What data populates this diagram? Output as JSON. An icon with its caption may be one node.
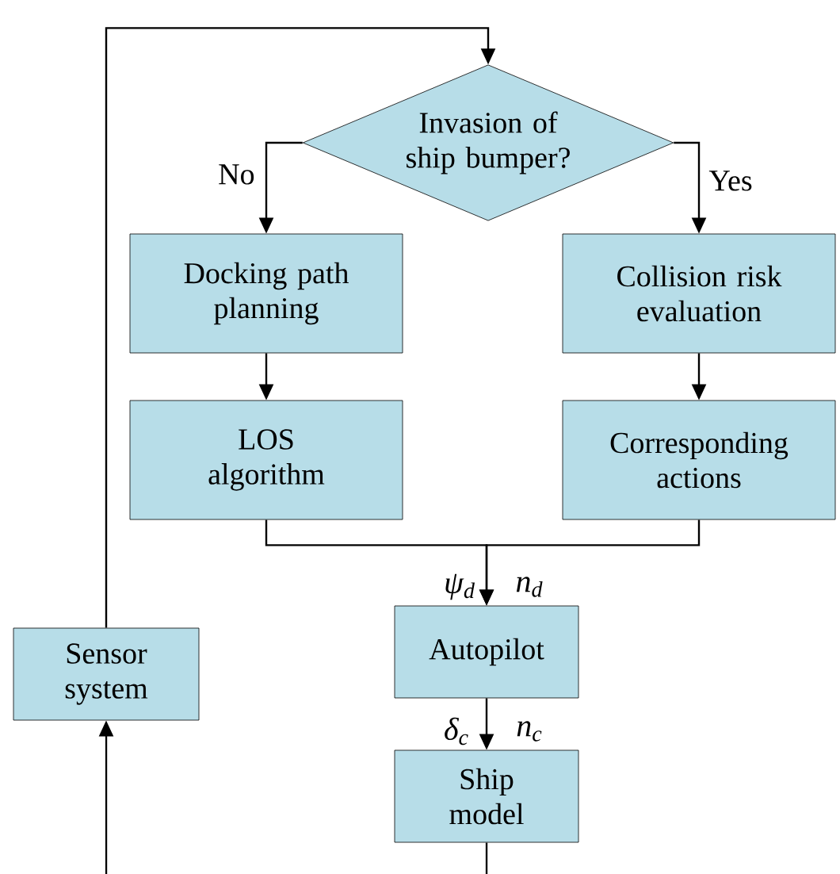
{
  "diagram": {
    "nodes": [
      {
        "text": [
          "Invasion of ship bumper?"
        ]
      },
      {
        "text": [
          "Docking path planning"
        ]
      },
      {
        "text": [
          "Collision risk evaluation"
        ]
      },
      {
        "text": [
          "LOS algorithm"
        ]
      },
      {
        "text": [
          "Corresponding actions"
        ]
      },
      {
        "text": [
          "Autopilot"
        ]
      },
      {
        "text": [
          "Ship model"
        ]
      },
      {
        "text": [
          "Sensor system"
        ]
      }
    ],
    "edges": [
      {
        "from": 0,
        "to": 1,
        "arrow": "to",
        "label": "No"
      },
      {
        "from": 0,
        "to": 2,
        "arrow": "to",
        "label": "Yes"
      },
      {
        "from": 1,
        "to": 3,
        "arrow": "to"
      },
      {
        "from": 2,
        "to": 4,
        "arrow": "to"
      },
      {
        "from": 3,
        "to": 5,
        "arrow": "to"
      },
      {
        "from": 4,
        "to": 5,
        "arrow": "to"
      },
      {
        "from": 5,
        "to": 6,
        "arrow": "to"
      },
      {
        "from": 6,
        "to": null,
        "arrow": "none"
      },
      {
        "from": null,
        "to": 7,
        "arrow": "to"
      },
      {
        "from": 7,
        "to": 0,
        "arrow": "to"
      }
    ],
    "labels": [
      "ψ$_{d}$",
      "n$_{d}$",
      "δ$_{c}$",
      "n$_{c}$"
    ]
  }
}
